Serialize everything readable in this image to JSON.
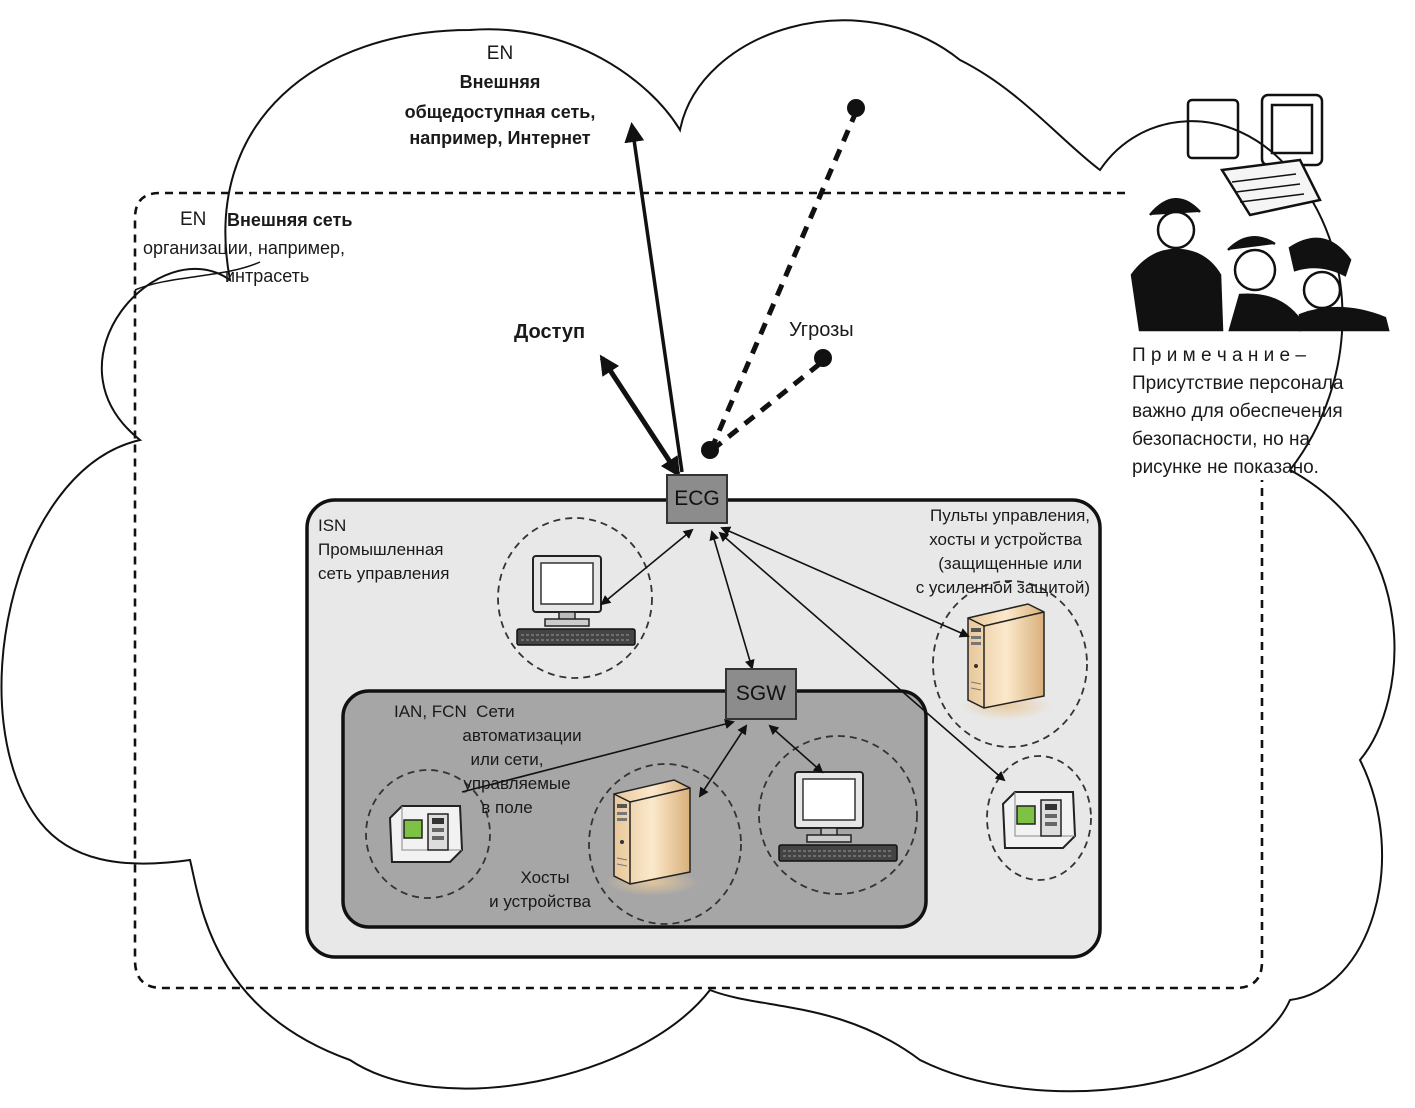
{
  "external_network": {
    "code": "EN",
    "label_line1": "Внешняя",
    "label_line2": "общедоступная сеть,",
    "label_line3": "например, Интернет"
  },
  "enterprise_network": {
    "code": "EN",
    "label_line1": "Внешняя сеть",
    "label_line2": "организации, например,",
    "label_line3": "интрасеть"
  },
  "access_label": "Доступ",
  "threats_label": "Угрозы",
  "note": {
    "line1": "П р и м е ч а н и е –",
    "line2": "Присутствие персонала",
    "line3": "важно для обеспечения",
    "line4": "безопасности, но на",
    "line5": "рисунке не показано."
  },
  "isn": {
    "code": "ISN",
    "line1": "Промышленная",
    "line2": "сеть управления"
  },
  "control_consoles": {
    "line1": "Пульты управления,",
    "line2": "хосты и устройства",
    "line3": "(защищенные или",
    "line4": "с усиленной защитой)"
  },
  "ian_fcn": {
    "line1": "IAN, FCN  Сети",
    "line2": "автоматизации",
    "line3": "или сети,",
    "line4": "управляемые",
    "line5": "в поле"
  },
  "hosts_devices": {
    "line1": "Хосты",
    "line2": "и устройства"
  },
  "gateways": {
    "ecg": "ECG",
    "sgw": "SGW"
  },
  "icons": [
    "workstation-icon",
    "server-icon",
    "controller-device-icon",
    "personnel-illustration"
  ]
}
